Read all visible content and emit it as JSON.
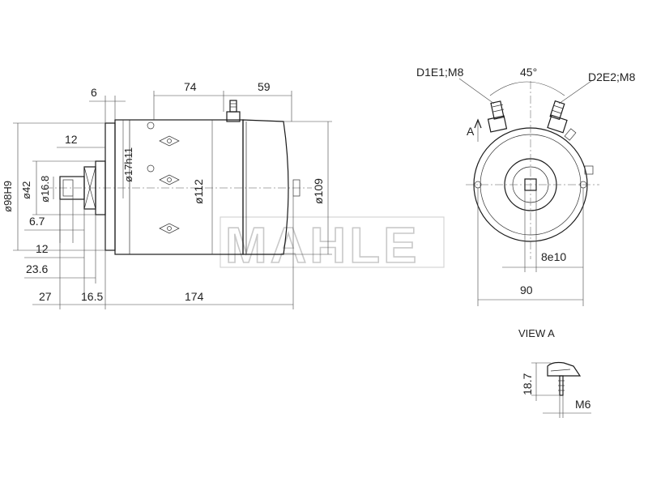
{
  "dimensions": {
    "flange_thickness": "6",
    "body_length": "74",
    "cap_length": "59",
    "shaft_step": "12",
    "diameter_flange": "ø98H9",
    "diameter_pilot": "ø42",
    "diameter_shaft": "ø16.8",
    "diameter_shaft_fit": "ø17h11",
    "diameter_body": "ø112",
    "diameter_cap": "ø109",
    "shaft_offset": "6.7",
    "shaft_length": "12",
    "shaft_total": "23.6",
    "front_length": "27",
    "flange_to_body": "16.5",
    "overall_length": "174",
    "terminal_1": "D1E1;M8",
    "terminal_2": "D2E2;M8",
    "terminal_angle": "45°",
    "view_marker": "A",
    "keyway": "8e10",
    "bolt_spacing": "90",
    "view_title": "VIEW  A",
    "terminal_height": "18.7",
    "terminal_thread": "M6"
  },
  "watermark": "MAHLE",
  "colors": {
    "line": "#1a1a1a",
    "watermark": "#c9c9c9",
    "background": "#ffffff"
  }
}
